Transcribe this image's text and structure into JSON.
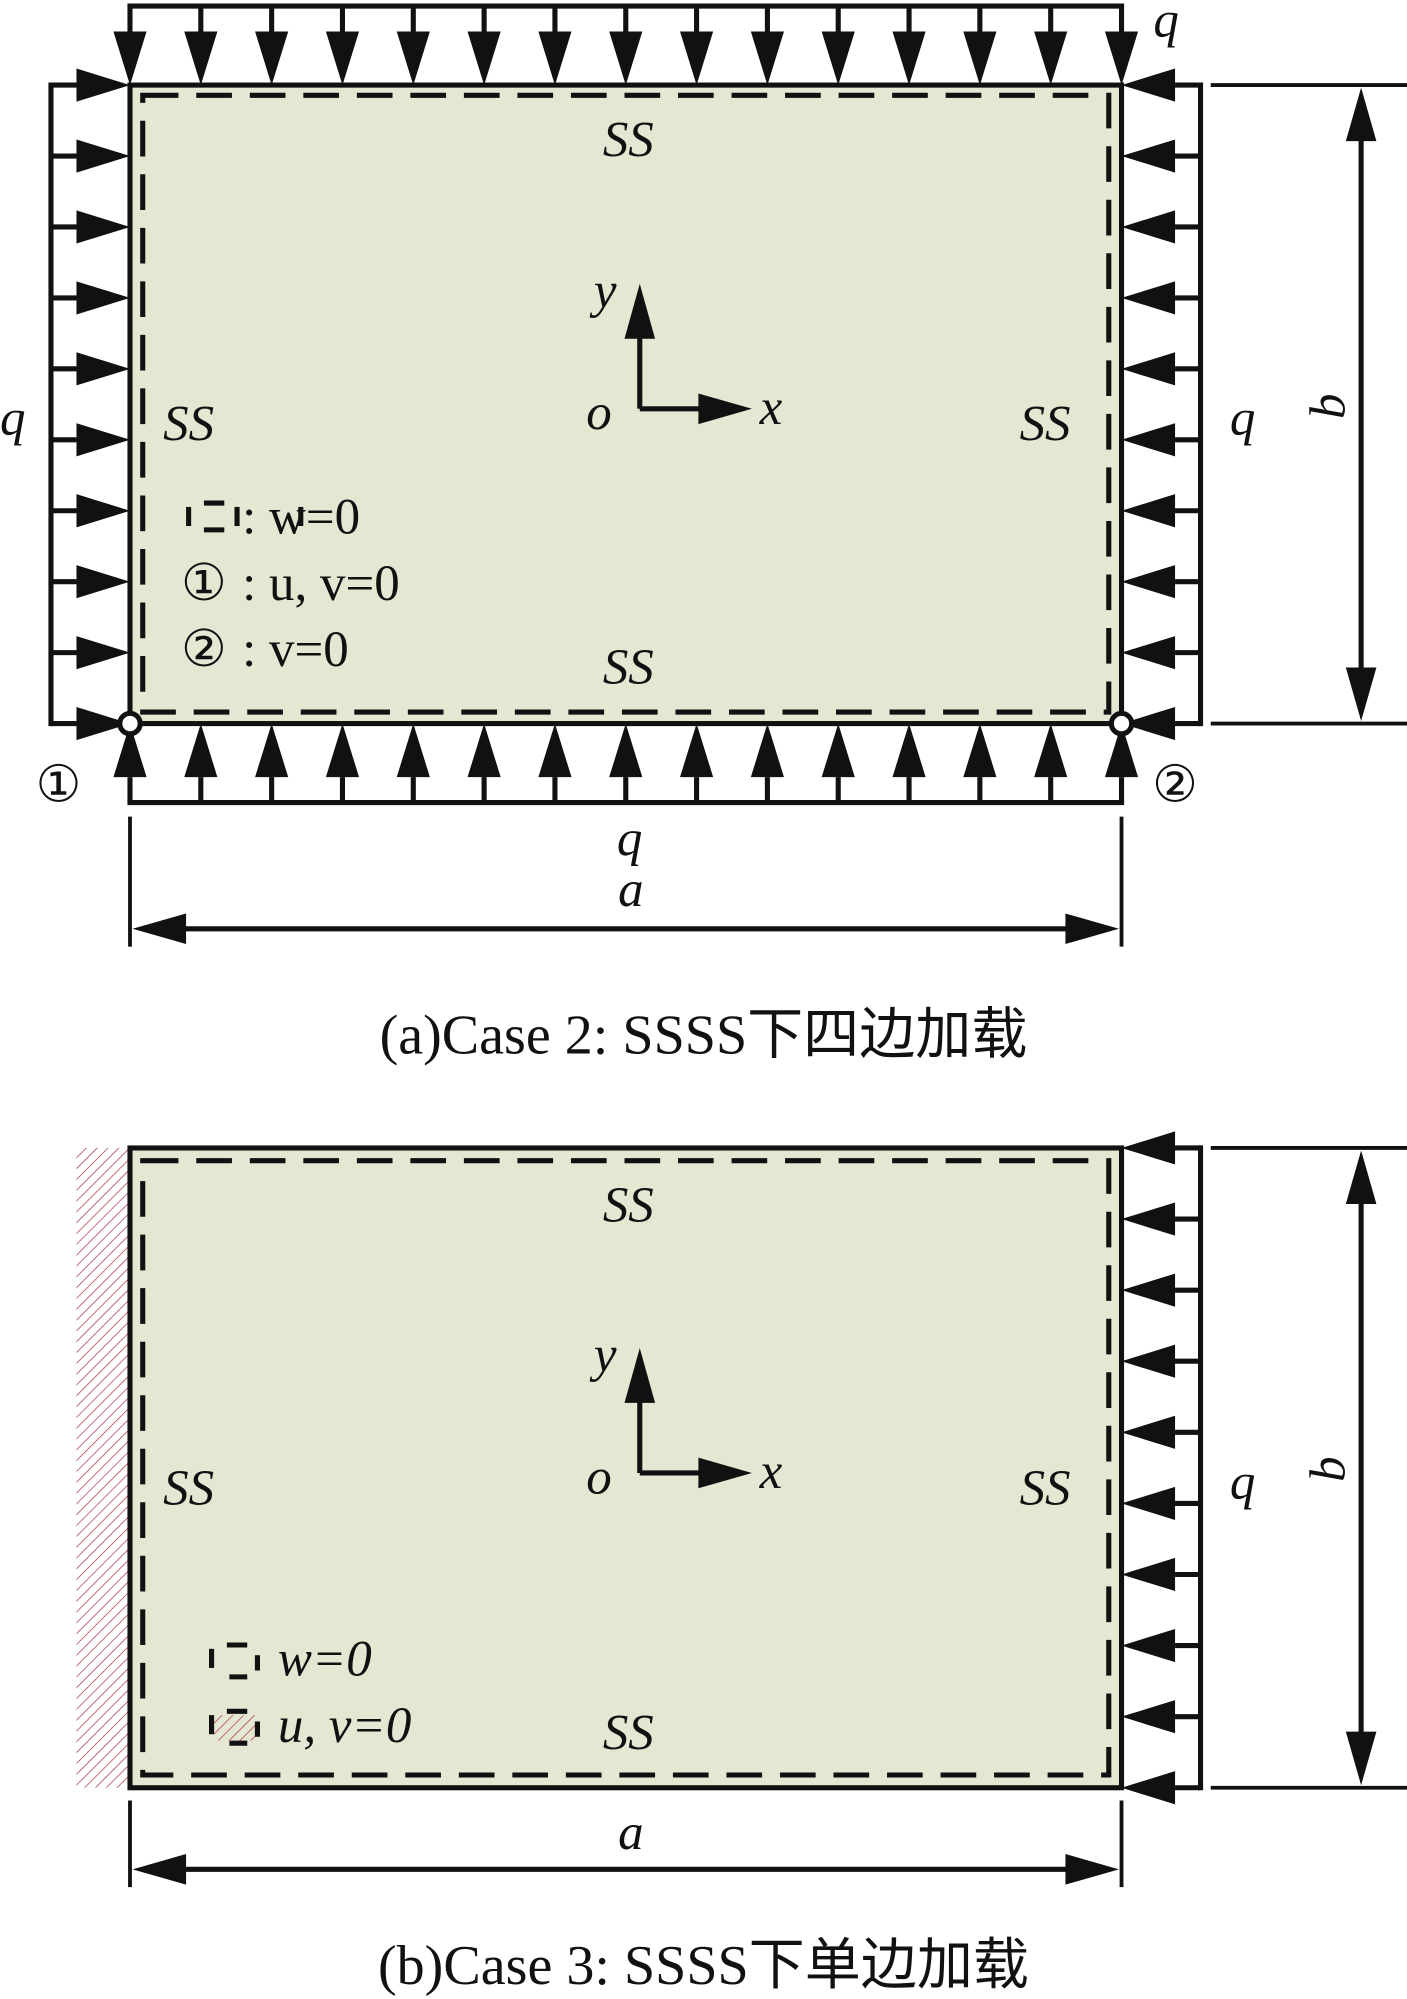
{
  "colors": {
    "plate": "#e4e8d3",
    "stroke": "#111111",
    "hatch": "#b04050"
  },
  "panel_a": {
    "caption": "(a)Case 2: SSSS下四边加载",
    "load_top": "q",
    "load_left": "q",
    "load_right": "q",
    "load_bottom": "q",
    "edge_top": "SS",
    "edge_left": "SS",
    "edge_right": "SS",
    "edge_bottom": "SS",
    "axis_y": "y",
    "axis_x": "x",
    "origin": "o",
    "dim_a": "a",
    "dim_b": "b",
    "pin_1": "①",
    "pin_2": "②",
    "legend": [
      {
        "symbol": "dashed-box",
        "text": ": w=0"
      },
      {
        "symbol": "①",
        "text": ": u, v=0"
      },
      {
        "symbol": "②",
        "text": ": v=0"
      }
    ]
  },
  "panel_b": {
    "caption": "(b)Case 3: SSSS下单边加载",
    "load_right": "q",
    "edge_top": "SS",
    "edge_left": "SS",
    "edge_right": "SS",
    "edge_bottom": "SS",
    "axis_y": "y",
    "axis_x": "x",
    "origin": "o",
    "dim_a": "a",
    "dim_b": "b",
    "legend": [
      {
        "symbol": "dashed-box",
        "text": "w=0"
      },
      {
        "symbol": "hatched-dashed-box",
        "text": "u, v=0"
      }
    ]
  }
}
